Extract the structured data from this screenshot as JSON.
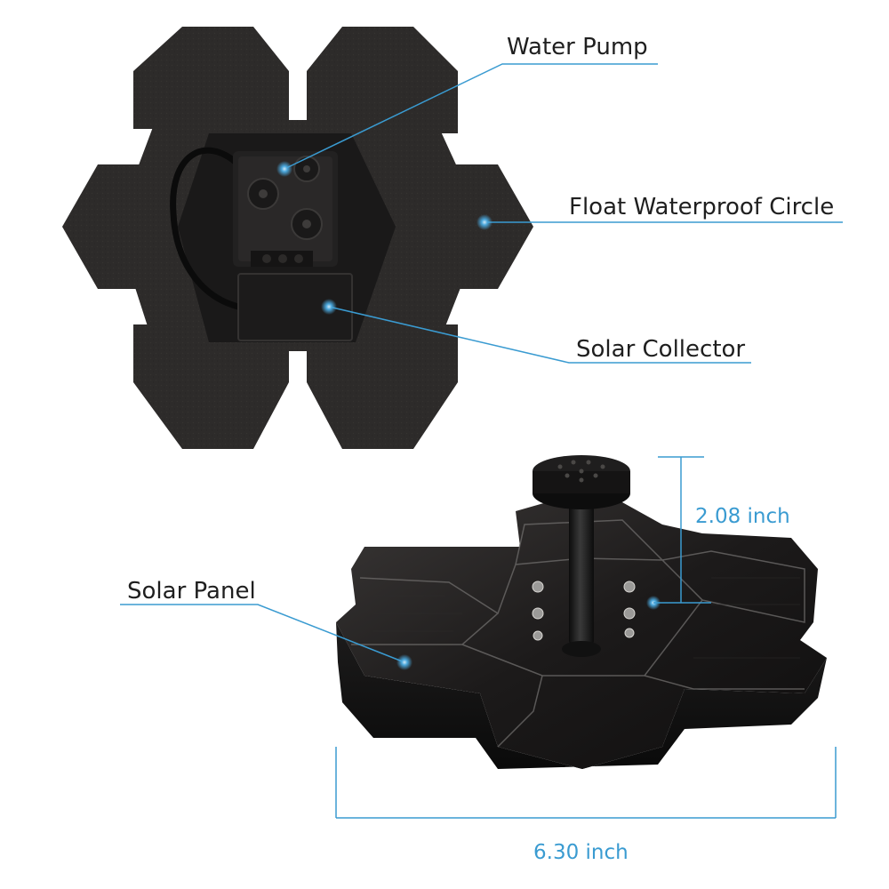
{
  "callouts": {
    "water_pump": "Water Pump",
    "float_circle": "Float Waterproof Circle",
    "solar_collector": "Solar Collector",
    "solar_panel": "Solar Panel"
  },
  "dimensions": {
    "height": "2.08 inch",
    "width": "6.30 inch"
  },
  "colors": {
    "leader_line": "#3a9bd1",
    "foam": "#2b2a29",
    "panel": "#151414"
  }
}
